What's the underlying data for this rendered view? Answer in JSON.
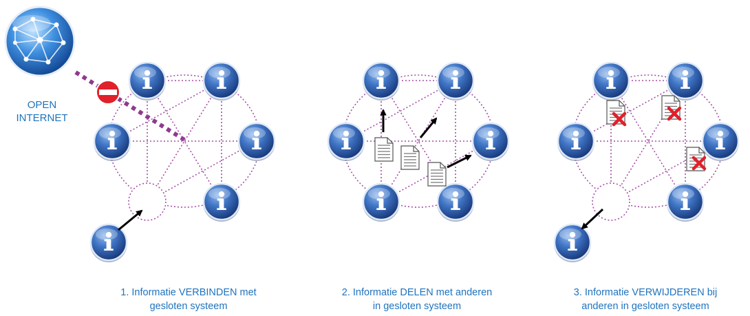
{
  "internet": {
    "label_line1": "OPEN",
    "label_line2": "INTERNET",
    "blocked_icon": "no-entry-icon",
    "globe_icon": "globe-network-icon"
  },
  "info_icon": "info-icon",
  "document_icon": "document-icon",
  "delete_icon": "red-cross-icon",
  "colors": {
    "caption": "#1e73be",
    "network_lines": "#a64ca6",
    "blocked_link": "#8e3a8e",
    "node_dark": "#1d3f88",
    "node_light": "#5b8fd6",
    "cross": "#e0202a",
    "no_entry": "#e0202a"
  },
  "panels": [
    {
      "step_line1": "1. Informatie VERBINDEN met",
      "step_line2": "gesloten systeem"
    },
    {
      "step_line1": "2. Informatie DELEN met anderen",
      "step_line2": "in gesloten systeem"
    },
    {
      "step_line1": "3. Informatie VERWIJDEREN bij",
      "step_line2": "anderen in gesloten systeem"
    }
  ]
}
